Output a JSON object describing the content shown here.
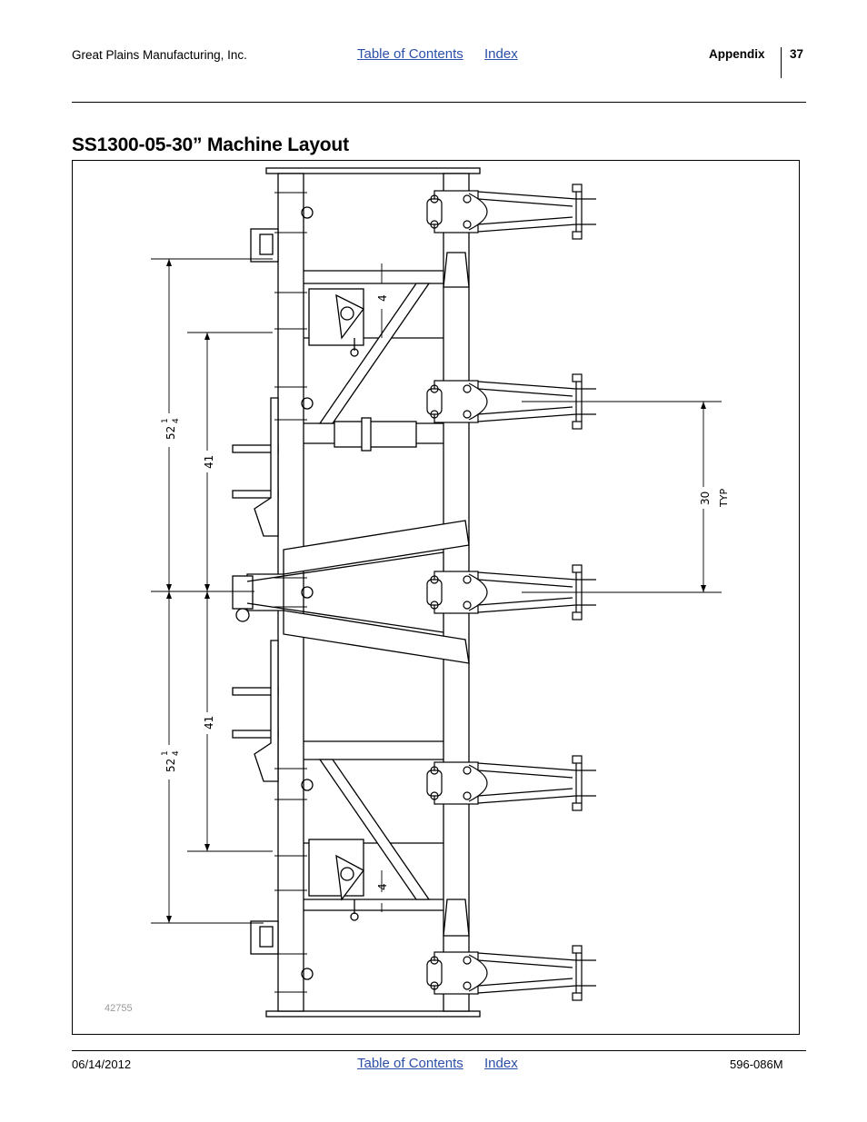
{
  "header": {
    "company": "Great Plains Manufacturing, Inc.",
    "toc_link": "Table of Contents",
    "index_link": "Index",
    "section": "Appendix",
    "page_number": "37"
  },
  "title": "SS1300-05-30” Machine Layout",
  "drawing": {
    "dim_overall_top": "52",
    "dim_overall_bottom": "52",
    "dim_fraction_num": "1",
    "dim_fraction_den": "4",
    "dim_inner_top": "41",
    "dim_inner_bottom": "41",
    "dim_offset_top": "4",
    "dim_offset_bottom": "4",
    "dim_spacing": "30",
    "dim_spacing_note": "TYP",
    "figure_ref": "42755"
  },
  "footer": {
    "date": "06/14/2012",
    "toc_link": "Table of Contents",
    "index_link": "Index",
    "doc_number": "596-086M"
  }
}
